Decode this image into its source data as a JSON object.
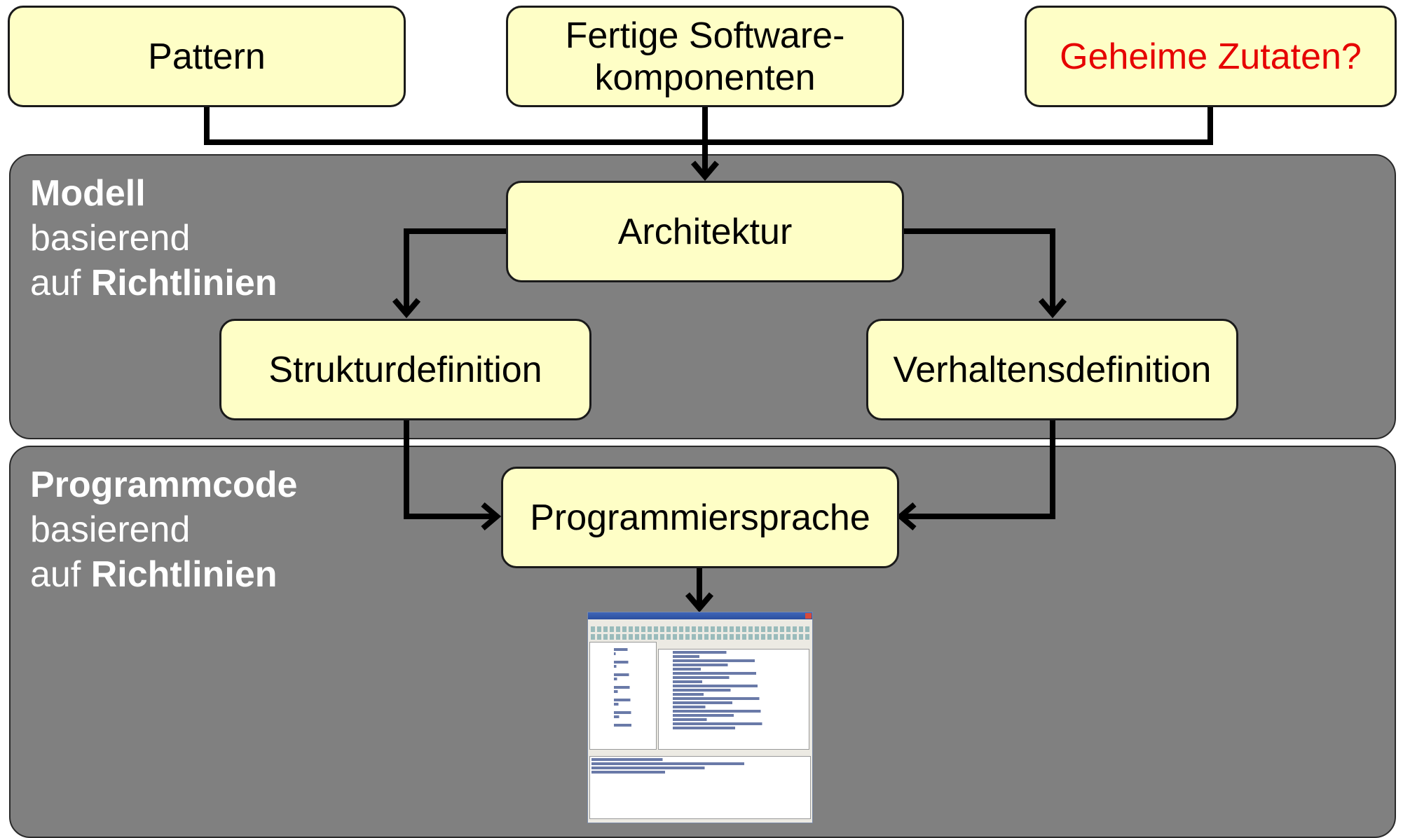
{
  "top_boxes": {
    "pattern": "Pattern",
    "software_line1": "Fertige Software-",
    "software_line2": "komponenten",
    "secret": "Geheime Zutaten?"
  },
  "model_panel": {
    "title": "Modell",
    "line2": "basierend",
    "line3_prefix": "auf ",
    "line3_bold": "Richtlinien"
  },
  "code_panel": {
    "title": "Programmcode",
    "line2": "basierend",
    "line3_prefix": "auf ",
    "line3_bold": "Richtlinien"
  },
  "boxes": {
    "architektur": "Architektur",
    "struktur": "Strukturdefinition",
    "verhalten": "Verhaltensdefinition",
    "programmiersprache": "Programmiersprache"
  },
  "colors": {
    "box_fill": "#fefec6",
    "panel_fill": "#808080",
    "highlight_text": "#e60000"
  }
}
